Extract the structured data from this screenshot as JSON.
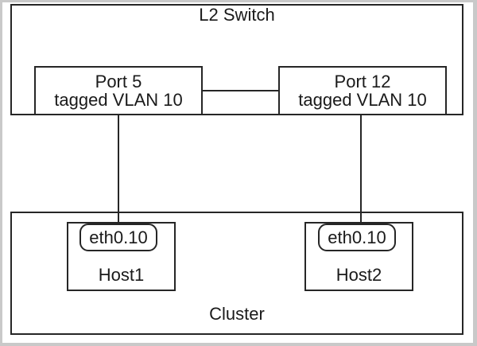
{
  "colors": {
    "line": "#262626",
    "background": "#ffffff",
    "frame_border": "#c9c9c9",
    "text": "#1a1a1a"
  },
  "switch": {
    "title": "L2 Switch",
    "ports": [
      {
        "name": "Port 5",
        "tag": "tagged VLAN 10"
      },
      {
        "name": "Port 12",
        "tag": "tagged VLAN 10"
      }
    ]
  },
  "cluster": {
    "title": "Cluster",
    "hosts": [
      {
        "name": "Host1",
        "interface": "eth0.10"
      },
      {
        "name": "Host2",
        "interface": "eth0.10"
      }
    ]
  }
}
